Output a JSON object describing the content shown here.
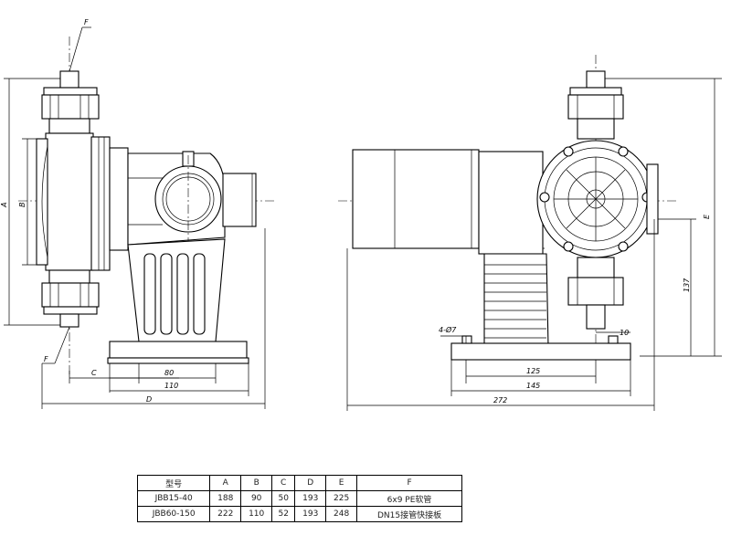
{
  "dimensions": {
    "left_view": {
      "A": "A",
      "B": "B",
      "C": "C",
      "D": "D",
      "F_top": "F",
      "F_bottom": "F",
      "d80": "80",
      "d110": "110"
    },
    "right_view": {
      "hole": "4-Ø7",
      "d10": "10",
      "d125": "125",
      "d145": "145",
      "d272": "272",
      "d137": "137",
      "E": "E"
    }
  },
  "table": {
    "headers": [
      "型号",
      "A",
      "B",
      "C",
      "D",
      "E",
      "F"
    ],
    "rows": [
      [
        "JBB15-40",
        "188",
        "90",
        "50",
        "193",
        "225",
        "6x9 PE软管"
      ],
      [
        "JBB60-150",
        "222",
        "110",
        "52",
        "193",
        "248",
        "DN15接管快接板"
      ]
    ]
  }
}
